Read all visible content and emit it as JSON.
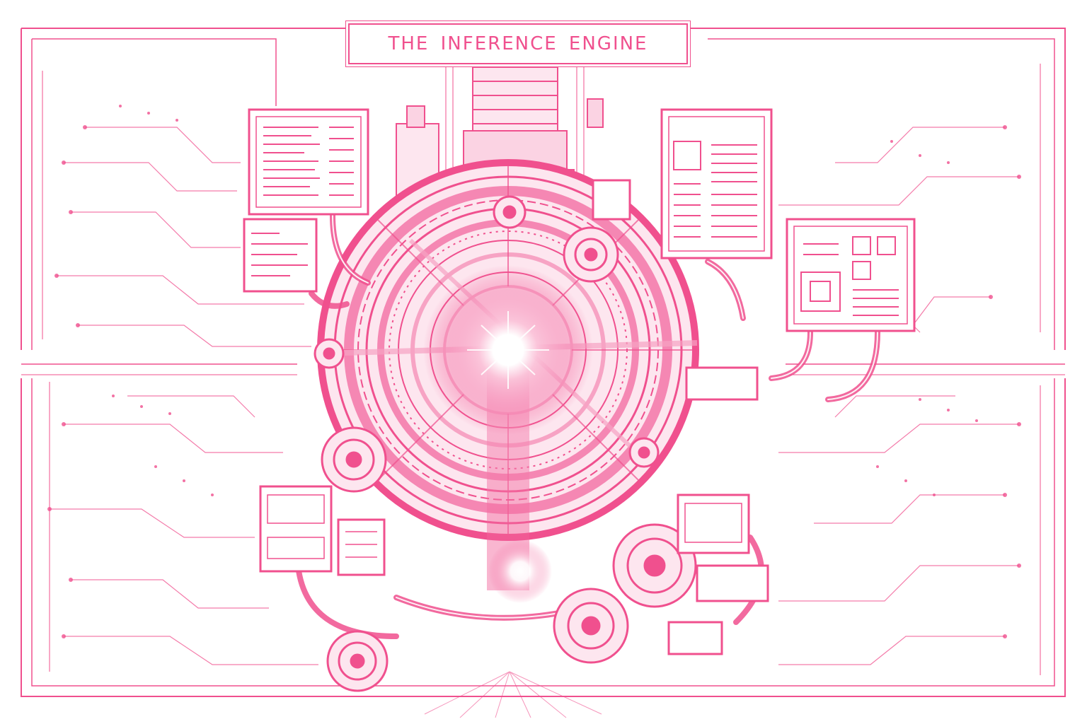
{
  "title": "THE INFERENCE ENGINE",
  "colors": {
    "ink": "#f0508e",
    "ink_light": "#f7a3c4",
    "ink_faint": "#fbd3e3",
    "core_glow": "#ffffff",
    "background": "#ffffff"
  },
  "components": {
    "core": "glowing-core",
    "panels": "monitor-panel",
    "gears": "gear",
    "pipes": "pipe"
  }
}
